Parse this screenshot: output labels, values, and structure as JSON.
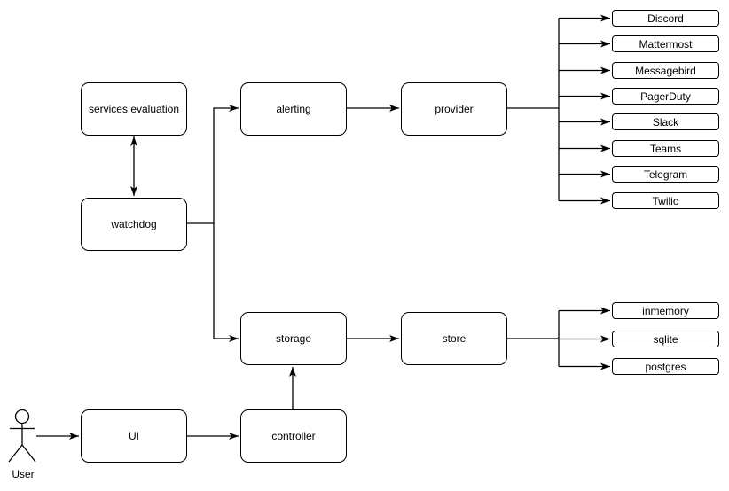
{
  "diagram": {
    "background_color": "#ffffff",
    "stroke_color": "#000000",
    "node_fill_color": "#ffffff",
    "nodes": {
      "services_evaluation": "services evaluation",
      "watchdog": "watchdog",
      "alerting": "alerting",
      "provider": "provider",
      "storage": "storage",
      "store": "store",
      "ui": "UI",
      "controller": "controller"
    },
    "provider_items": [
      "Discord",
      "Mattermost",
      "Messagebird",
      "PagerDuty",
      "Slack",
      "Teams",
      "Telegram",
      "Twilio"
    ],
    "store_items": [
      "inmemory",
      "sqlite",
      "postgres"
    ],
    "actor_label": "User"
  }
}
